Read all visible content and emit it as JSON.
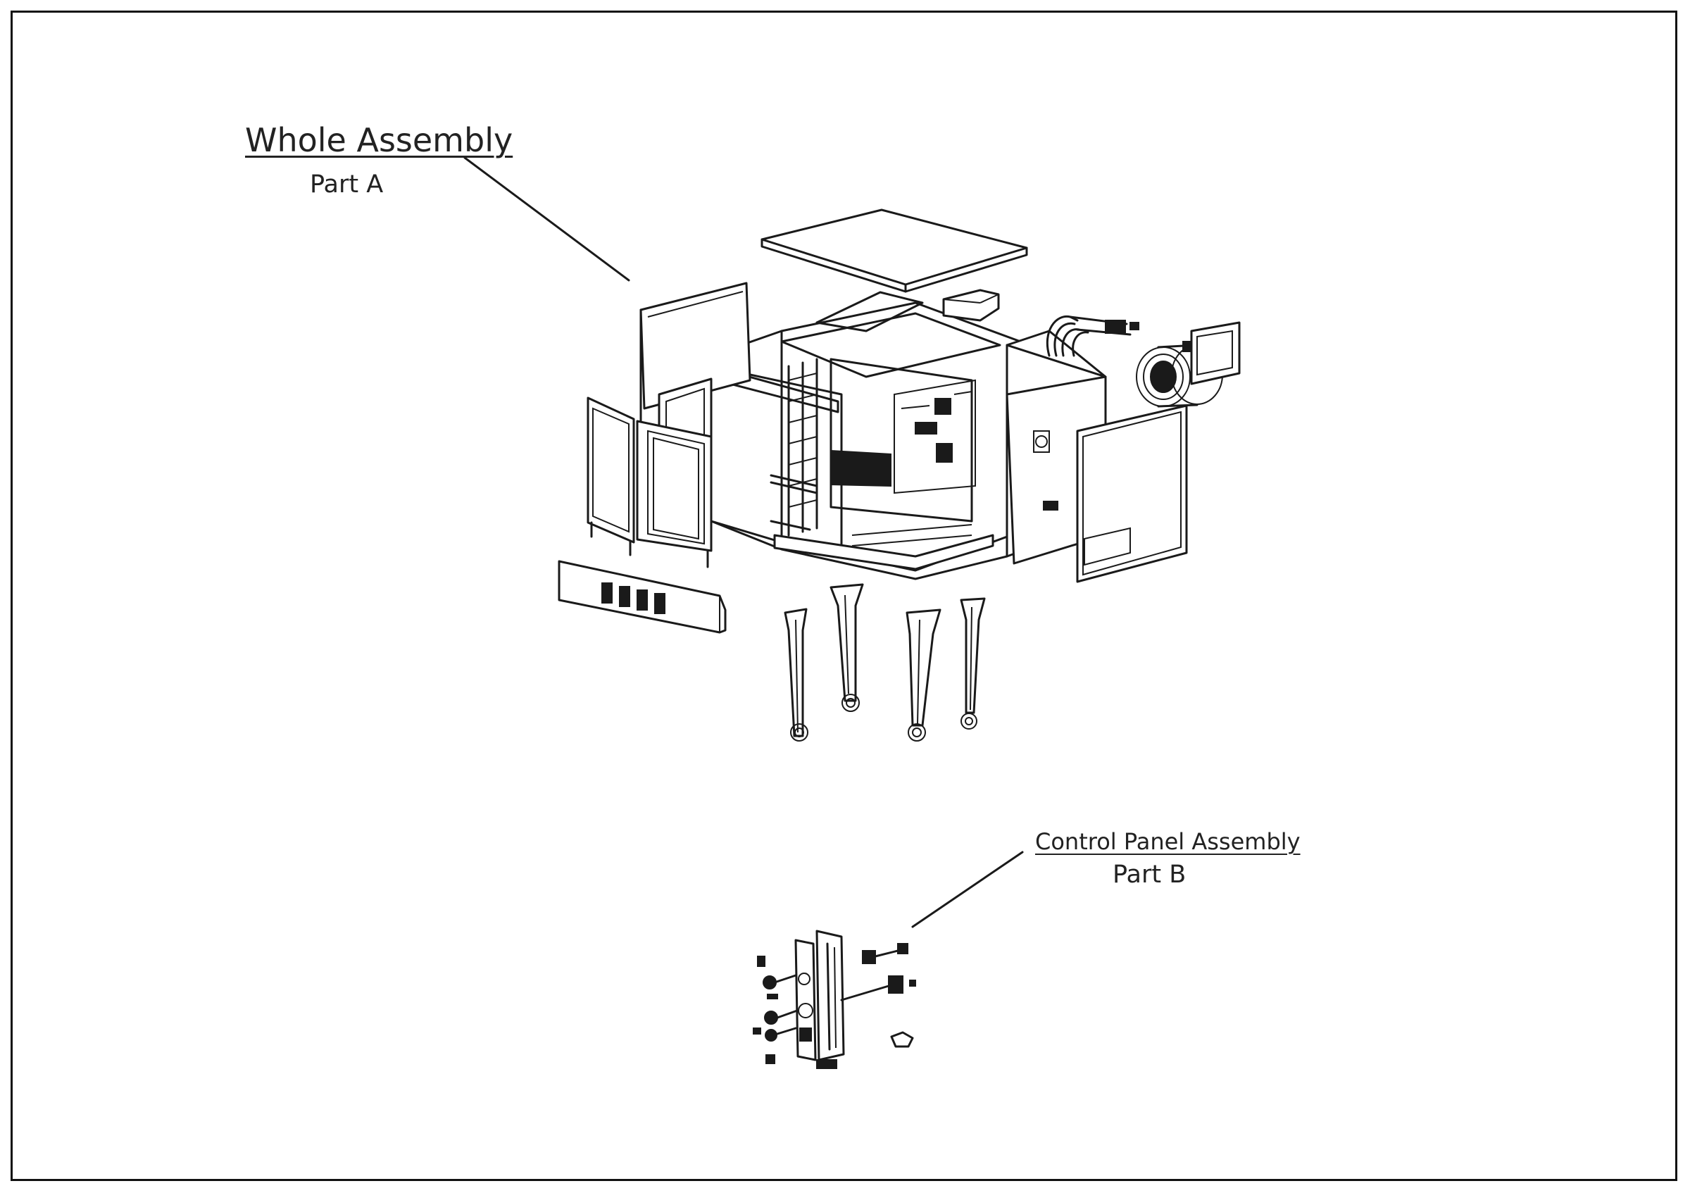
{
  "labels": {
    "whole_assembly": {
      "title": "Whole Assembly",
      "subtitle": "Part A"
    },
    "control_panel": {
      "title": "Control Panel Assembly",
      "subtitle": "Part B"
    }
  },
  "colors": {
    "line": "#1a1a1a",
    "background": "#ffffff"
  }
}
